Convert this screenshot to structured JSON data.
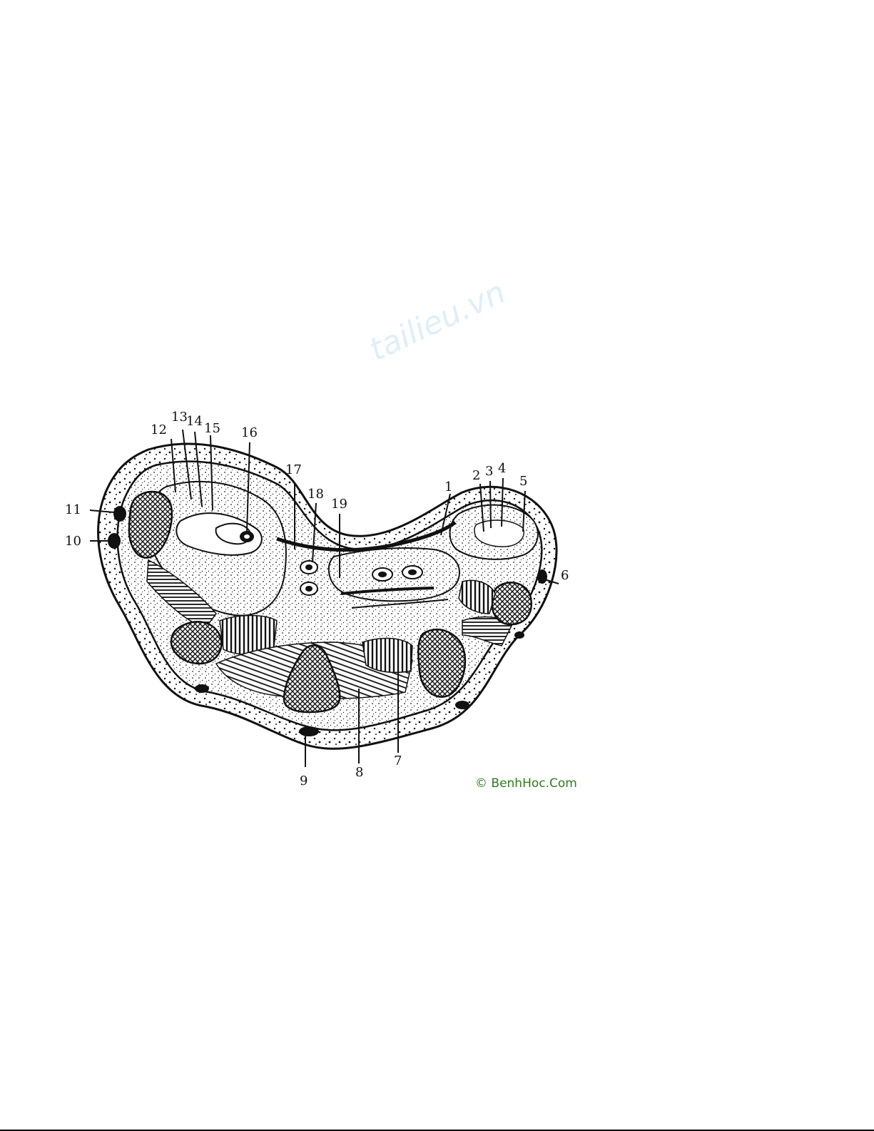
{
  "watermark": "tailieu.vn",
  "credit": "© BenhHoc.Com",
  "callouts": [
    "1",
    "2",
    "3",
    "4",
    "5",
    "6",
    "7",
    "8",
    "9",
    "10",
    "11",
    "12",
    "13",
    "14",
    "15",
    "16",
    "17",
    "18",
    "19"
  ],
  "colors": {
    "ink": "#111111",
    "credit": "#2e7d1e",
    "watermark": "#3aa0d8"
  }
}
